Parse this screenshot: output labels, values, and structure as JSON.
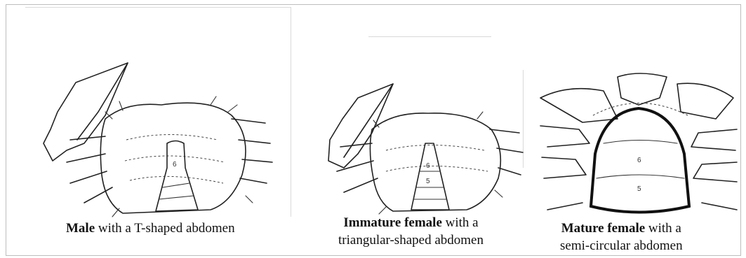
{
  "panels": [
    {
      "id": "male",
      "caption_bold": "Male",
      "caption_rest": " with a T-shaped abdomen",
      "caption_line2": "",
      "segment_labels": [
        "6"
      ]
    },
    {
      "id": "immature-female",
      "caption_bold": "Immature female",
      "caption_rest": " with a",
      "caption_line2": "triangular-shaped abdomen",
      "segment_labels": [
        "6",
        "5"
      ]
    },
    {
      "id": "mature-female",
      "caption_bold": "Mature female",
      "caption_rest": " with a",
      "caption_line2": "semi-circular abdomen",
      "segment_labels": [
        "6",
        "5"
      ]
    }
  ]
}
